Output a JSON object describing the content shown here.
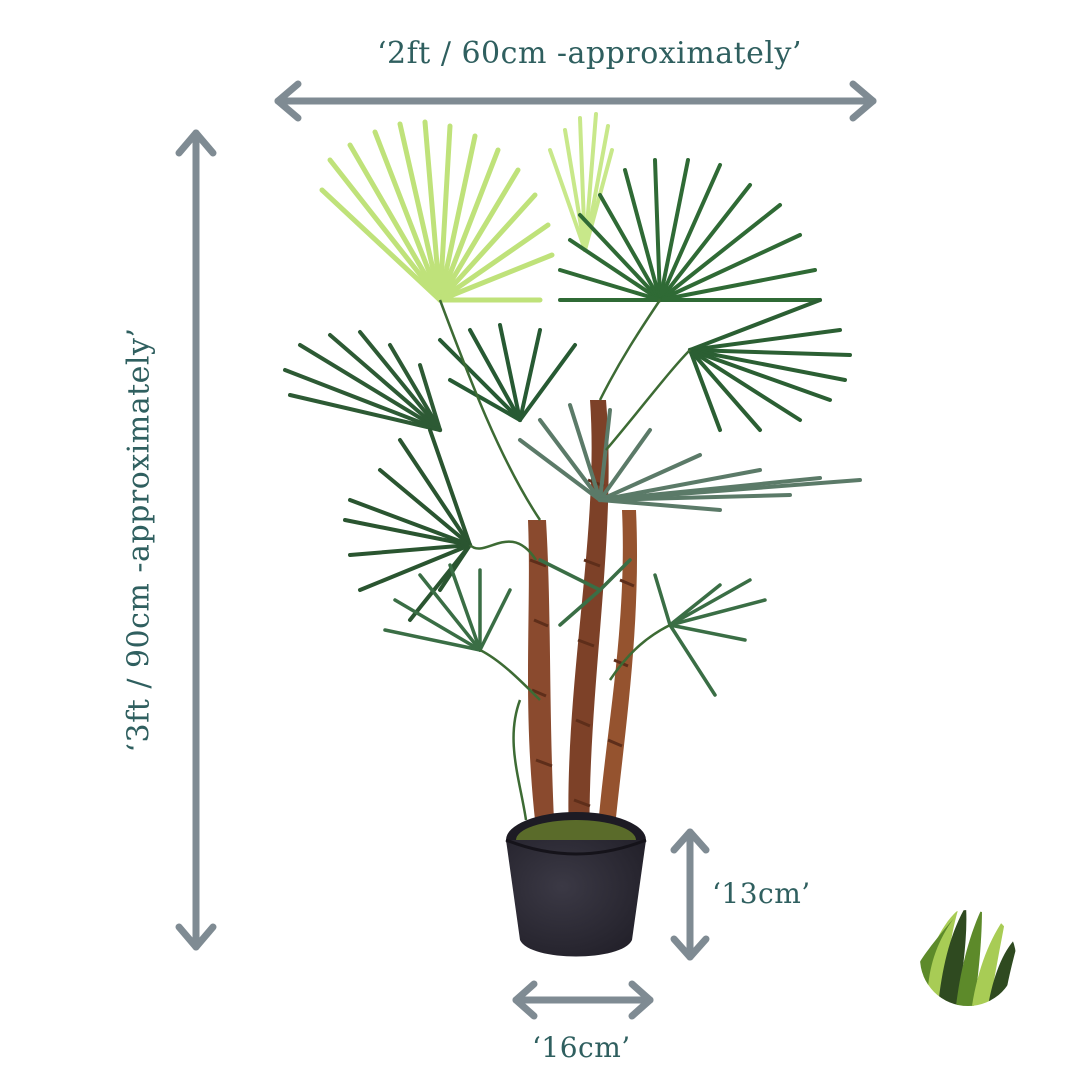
{
  "dimensions": {
    "width_label": "‘2ft / 60cm -approximately’",
    "height_label": "‘3ft / 90cm -approximately’",
    "pot_height_label": "‘13cm’",
    "pot_width_label": "‘16cm’"
  },
  "colors": {
    "arrow": "#7f8b93",
    "label": "#2f5f5f",
    "pot": "#2a2833",
    "trunk": "#8a4a2e",
    "leaf_dark": "#2f5a2f",
    "leaf_mid": "#3f7a3f",
    "leaf_light": "#bfe27a",
    "logo_dark": "#2f4a20",
    "logo_mid": "#5d8a2a",
    "logo_light": "#a8cc55"
  },
  "icons": {
    "logo": "grass-leaf-logo-icon"
  }
}
